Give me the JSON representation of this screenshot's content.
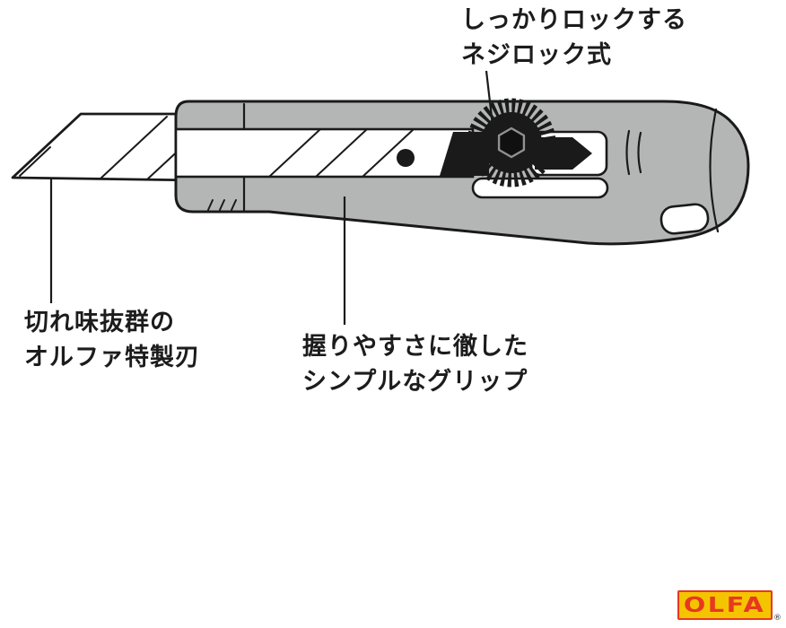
{
  "annotations": {
    "lock": {
      "line1": "しっかりロックする",
      "line2": "ネジロック式"
    },
    "blade": {
      "line1": "切れ味抜群の",
      "line2": "オルファ特製刃"
    },
    "grip": {
      "line1": "握りやすさに徹した",
      "line2": "シンプルなグリップ"
    }
  },
  "logo": {
    "text": "OLFA",
    "registered": "®"
  },
  "colors": {
    "body_gray": "#b4b6b5",
    "outline": "#1a1a1a",
    "text": "#1c1c1c",
    "logo_yellow": "#f5c400",
    "logo_red": "#e73820"
  }
}
